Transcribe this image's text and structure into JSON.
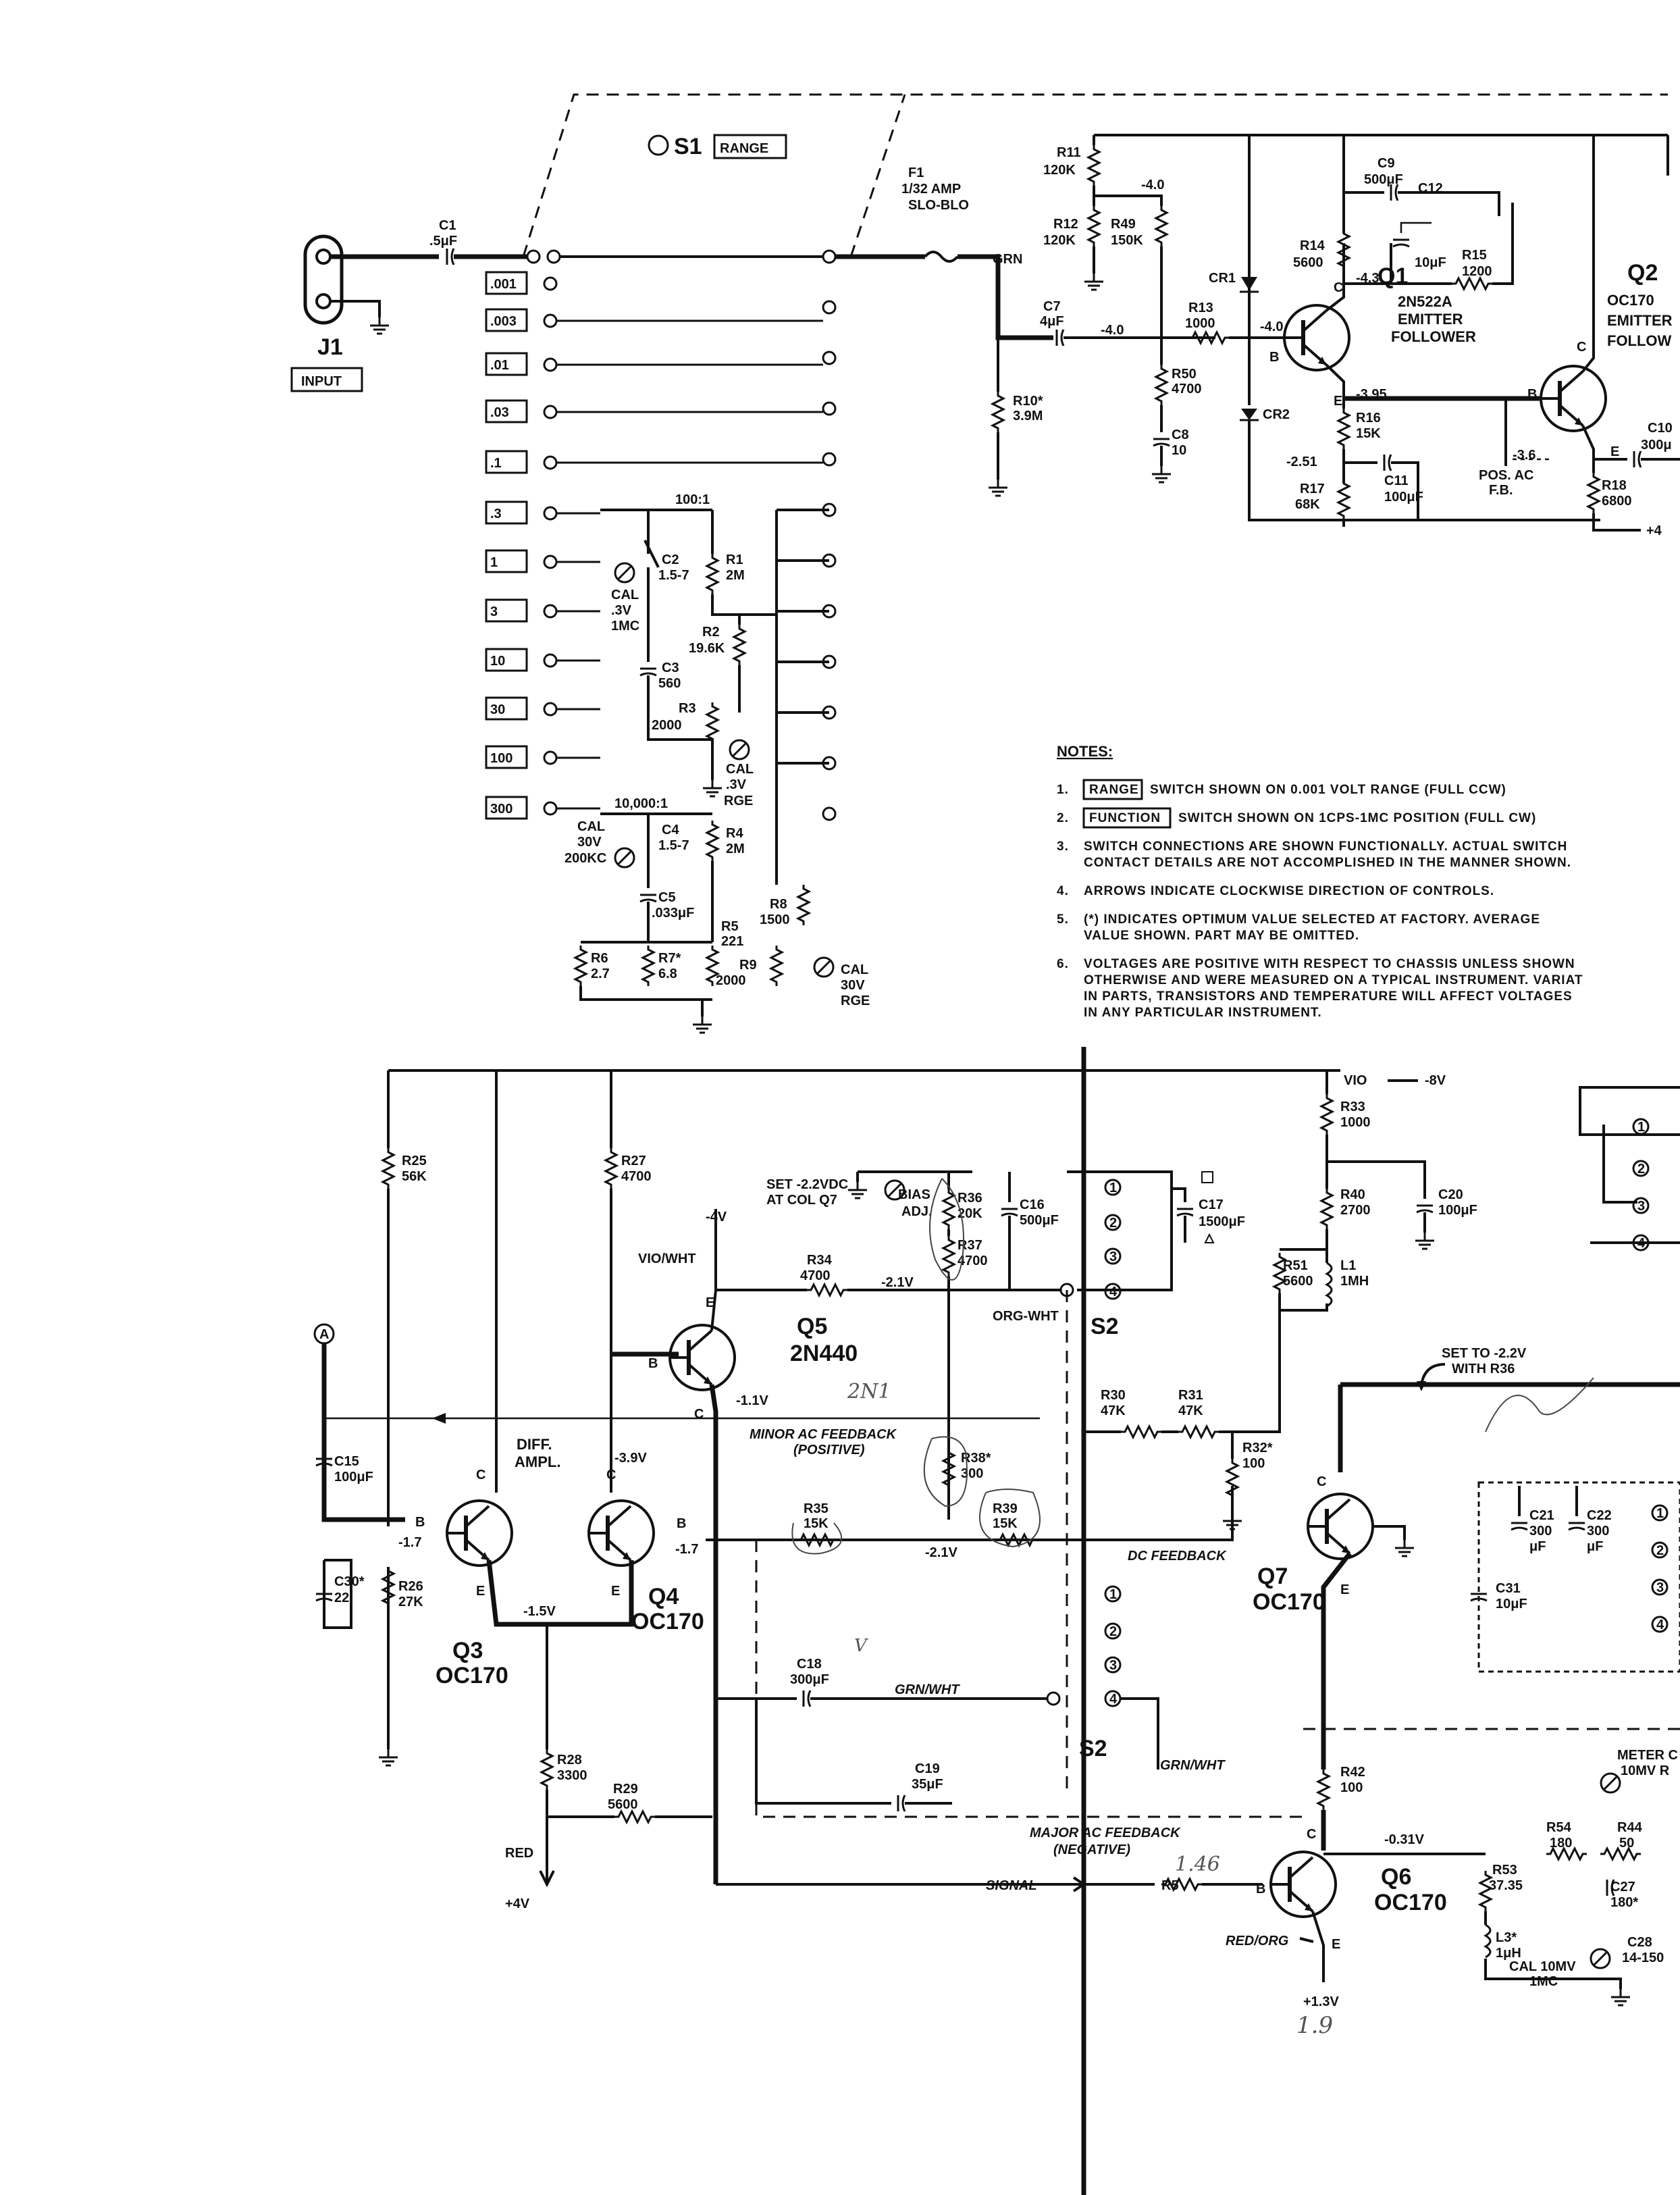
{
  "input": {
    "jack": "J1",
    "label": "INPUT"
  },
  "switches": {
    "s1": "S1",
    "s1_box": "RANGE",
    "s2": "S2",
    "range_positions": [
      ".001",
      ".003",
      ".01",
      ".03",
      ".1",
      ".3",
      "1",
      "3",
      "10",
      "30",
      "100",
      "300"
    ],
    "s2_positions": [
      "1",
      "2",
      "3",
      "4"
    ]
  },
  "attenuator": {
    "ratio_100": "100:1",
    "ratio_10000": "10,000:1",
    "cal_high": [
      "CAL",
      ".3V",
      "1MC"
    ],
    "cal_range_1": [
      "CAL",
      ".3V",
      "RGE"
    ],
    "cal_low": [
      "CAL",
      "30V",
      "200KC"
    ],
    "cal_range_2": [
      "CAL",
      "30V",
      "RGE"
    ]
  },
  "components": {
    "c1": [
      "C1",
      ".5μF"
    ],
    "f1": [
      "F1",
      "1/32 AMP",
      "SLO-BLO"
    ],
    "c2": [
      "C2",
      "1.5-7"
    ],
    "r1": [
      "R1",
      "2M"
    ],
    "r2": [
      "R2",
      "19.6K"
    ],
    "c3": [
      "C3",
      "560"
    ],
    "r3": [
      "R3",
      "2000"
    ],
    "c4": [
      "C4",
      "1.5-7"
    ],
    "r4": [
      "R4",
      "2M"
    ],
    "c5": [
      "C5",
      ".033μF"
    ],
    "r5": [
      "R5",
      "221"
    ],
    "r6": [
      "R6",
      "2.7"
    ],
    "r7": [
      "R7*",
      "6.8"
    ],
    "r8": [
      "R8",
      "1500"
    ],
    "r9": [
      "R9",
      "2000"
    ],
    "r10": [
      "R10*",
      "3.9M"
    ],
    "r11": [
      "R11",
      "120K"
    ],
    "r12": [
      "R12",
      "120K"
    ],
    "r49": [
      "R49",
      "150K"
    ],
    "c7": [
      "C7",
      "4μF"
    ],
    "r13": [
      "R13",
      "1000"
    ],
    "r50": [
      "R50",
      "4700"
    ],
    "c8": [
      "C8",
      "10"
    ],
    "cr1": "CR1",
    "cr2": "CR2",
    "c9": [
      "C9",
      "500μF"
    ],
    "r14": [
      "R14",
      "5600"
    ],
    "c12": [
      "C12",
      "10μF"
    ],
    "r15": [
      "R15",
      "1200"
    ],
    "r16": [
      "R16",
      "15K"
    ],
    "r17": [
      "R17",
      "68K"
    ],
    "c11": [
      "C11",
      "100μF"
    ],
    "r18": [
      "R18",
      "6800"
    ],
    "c10": [
      "C10",
      "300μ"
    ],
    "r25": [
      "R25",
      "56K"
    ],
    "r27": [
      "R27",
      "4700"
    ],
    "r34": [
      "R34",
      "4700"
    ],
    "r36": [
      "R36",
      "20K"
    ],
    "r37": [
      "R37",
      "4700"
    ],
    "c16": [
      "C16",
      "500μF"
    ],
    "c17": [
      "C17",
      "1500μF"
    ],
    "r33": [
      "R33",
      "1000"
    ],
    "r40": [
      "R40",
      "2700"
    ],
    "c20": [
      "C20",
      "100μF"
    ],
    "r51": [
      "R51",
      "5600"
    ],
    "l1": [
      "L1",
      "1MH"
    ],
    "c15": [
      "C15",
      "100μF"
    ],
    "c30": [
      "C30*",
      "22"
    ],
    "r26": [
      "R26",
      "27K"
    ],
    "r30": [
      "R30",
      "47K"
    ],
    "r31": [
      "R31",
      "47K"
    ],
    "r32": [
      "R32*",
      "100"
    ],
    "r38": [
      "R38*",
      "300"
    ],
    "r35": [
      "R35",
      "15K"
    ],
    "r39": [
      "R39",
      "15K"
    ],
    "c18": [
      "C18",
      "300μF"
    ],
    "c19": [
      "C19",
      "35μF"
    ],
    "r28": [
      "R28",
      "3300"
    ],
    "r29": [
      "R29",
      "5600"
    ],
    "r42": [
      "R42",
      "100"
    ],
    "r53": [
      "R53",
      "37.35"
    ],
    "r54": [
      "R54",
      "180"
    ],
    "r44": [
      "R44",
      "50"
    ],
    "c27": [
      "C27",
      "180*"
    ],
    "l3": [
      "L3*",
      "1μH"
    ],
    "c28": [
      "C28",
      "14-150"
    ],
    "c21": [
      "C21",
      "300",
      "μF"
    ],
    "c22": [
      "C22",
      "300",
      "μF"
    ],
    "c31": [
      "C31",
      "10μF"
    ],
    "r5x": "R5"
  },
  "transistors": {
    "q1": [
      "Q1",
      "2N522A",
      "EMITTER",
      "FOLLOWER"
    ],
    "q2": [
      "Q2",
      "OC170",
      "EMITTER",
      "FOLLOW"
    ],
    "q3": [
      "Q3",
      "OC170"
    ],
    "q4": [
      "Q4",
      "OC170"
    ],
    "q5": [
      "Q5",
      "2N440"
    ],
    "q6": [
      "Q6",
      "OC170"
    ],
    "q7": [
      "Q7",
      "OC170"
    ]
  },
  "voltages": {
    "v1": "-4.0",
    "v2": "-4.0",
    "v3": "-4.3",
    "v4": "-4.0",
    "v5": "-3.95",
    "v6": "-2.51",
    "v7": "-3.6",
    "v8": "-4V",
    "v9": "-2.1V",
    "v10": "-1.1V",
    "v11": "-3.9V",
    "v12": "-1.7",
    "v13": "-1.7",
    "v14": "-1.5V",
    "v15": "-2.1V",
    "v16": "-8V",
    "v17": "-0.31V",
    "v18": "+1.3V",
    "v19": "+4V",
    "v20": "+4"
  },
  "wire_colors": [
    "GRN",
    "VIO/WHT",
    "ORG-WHT",
    "GRN/WHT",
    "GRN/WHT",
    "RED",
    "RED/ORG",
    "VIO"
  ],
  "annotations": {
    "pos_ac_fb": [
      "POS. AC",
      "F.B."
    ],
    "diff_ampl": [
      "DIFF.",
      "AMPL."
    ],
    "set_bias": [
      "SET -2.2VDC",
      "AT COL Q7"
    ],
    "bias_adj": [
      "BIAS",
      "ADJ."
    ],
    "minor_fb": [
      "MINOR AC FEEDBACK",
      "(POSITIVE)"
    ],
    "dc_fb": "DC FEEDBACK",
    "major_fb": [
      "MAJOR AC FEEDBACK",
      "(NEGATIVE)"
    ],
    "signal": "SIGNAL",
    "set_r36": [
      "SET TO -2.2V",
      "WITH R36"
    ],
    "meter": [
      "METER C",
      "10MV R"
    ],
    "cal10": [
      "CAL 10MV",
      "1MC"
    ],
    "node_a": "A",
    "handwritten": [
      "2N1",
      "1.46",
      "1.9",
      "V"
    ]
  },
  "notes": {
    "heading": "NOTES:",
    "items": [
      {
        "num": "1.",
        "box": "RANGE",
        "lines": [
          "SWITCH SHOWN ON 0.001 VOLT RANGE (FULL CCW)"
        ]
      },
      {
        "num": "2.",
        "box": "FUNCTION",
        "lines": [
          "SWITCH SHOWN ON 1CPS-1MC POSITION (FULL CW)"
        ]
      },
      {
        "num": "3.",
        "box": "",
        "lines": [
          "SWITCH CONNECTIONS ARE SHOWN FUNCTIONALLY.  ACTUAL SWITCH",
          "CONTACT DETAILS ARE NOT ACCOMPLISHED IN THE MANNER SHOWN."
        ]
      },
      {
        "num": "4.",
        "box": "",
        "lines": [
          "ARROWS INDICATE CLOCKWISE DIRECTION OF CONTROLS."
        ]
      },
      {
        "num": "5.",
        "box": "",
        "lines": [
          "(*) INDICATES OPTIMUM VALUE SELECTED AT FACTORY.  AVERAGE",
          "VALUE SHOWN.  PART MAY BE OMITTED."
        ]
      },
      {
        "num": "6.",
        "box": "",
        "lines": [
          "VOLTAGES ARE POSITIVE WITH RESPECT TO CHASSIS UNLESS SHOWN",
          "OTHERWISE AND WERE MEASURED ON A TYPICAL INSTRUMENT. VARIAT",
          "IN PARTS, TRANSISTORS AND TEMPERATURE WILL AFFECT VOLTAGES",
          "IN ANY PARTICULAR INSTRUMENT."
        ]
      }
    ]
  }
}
